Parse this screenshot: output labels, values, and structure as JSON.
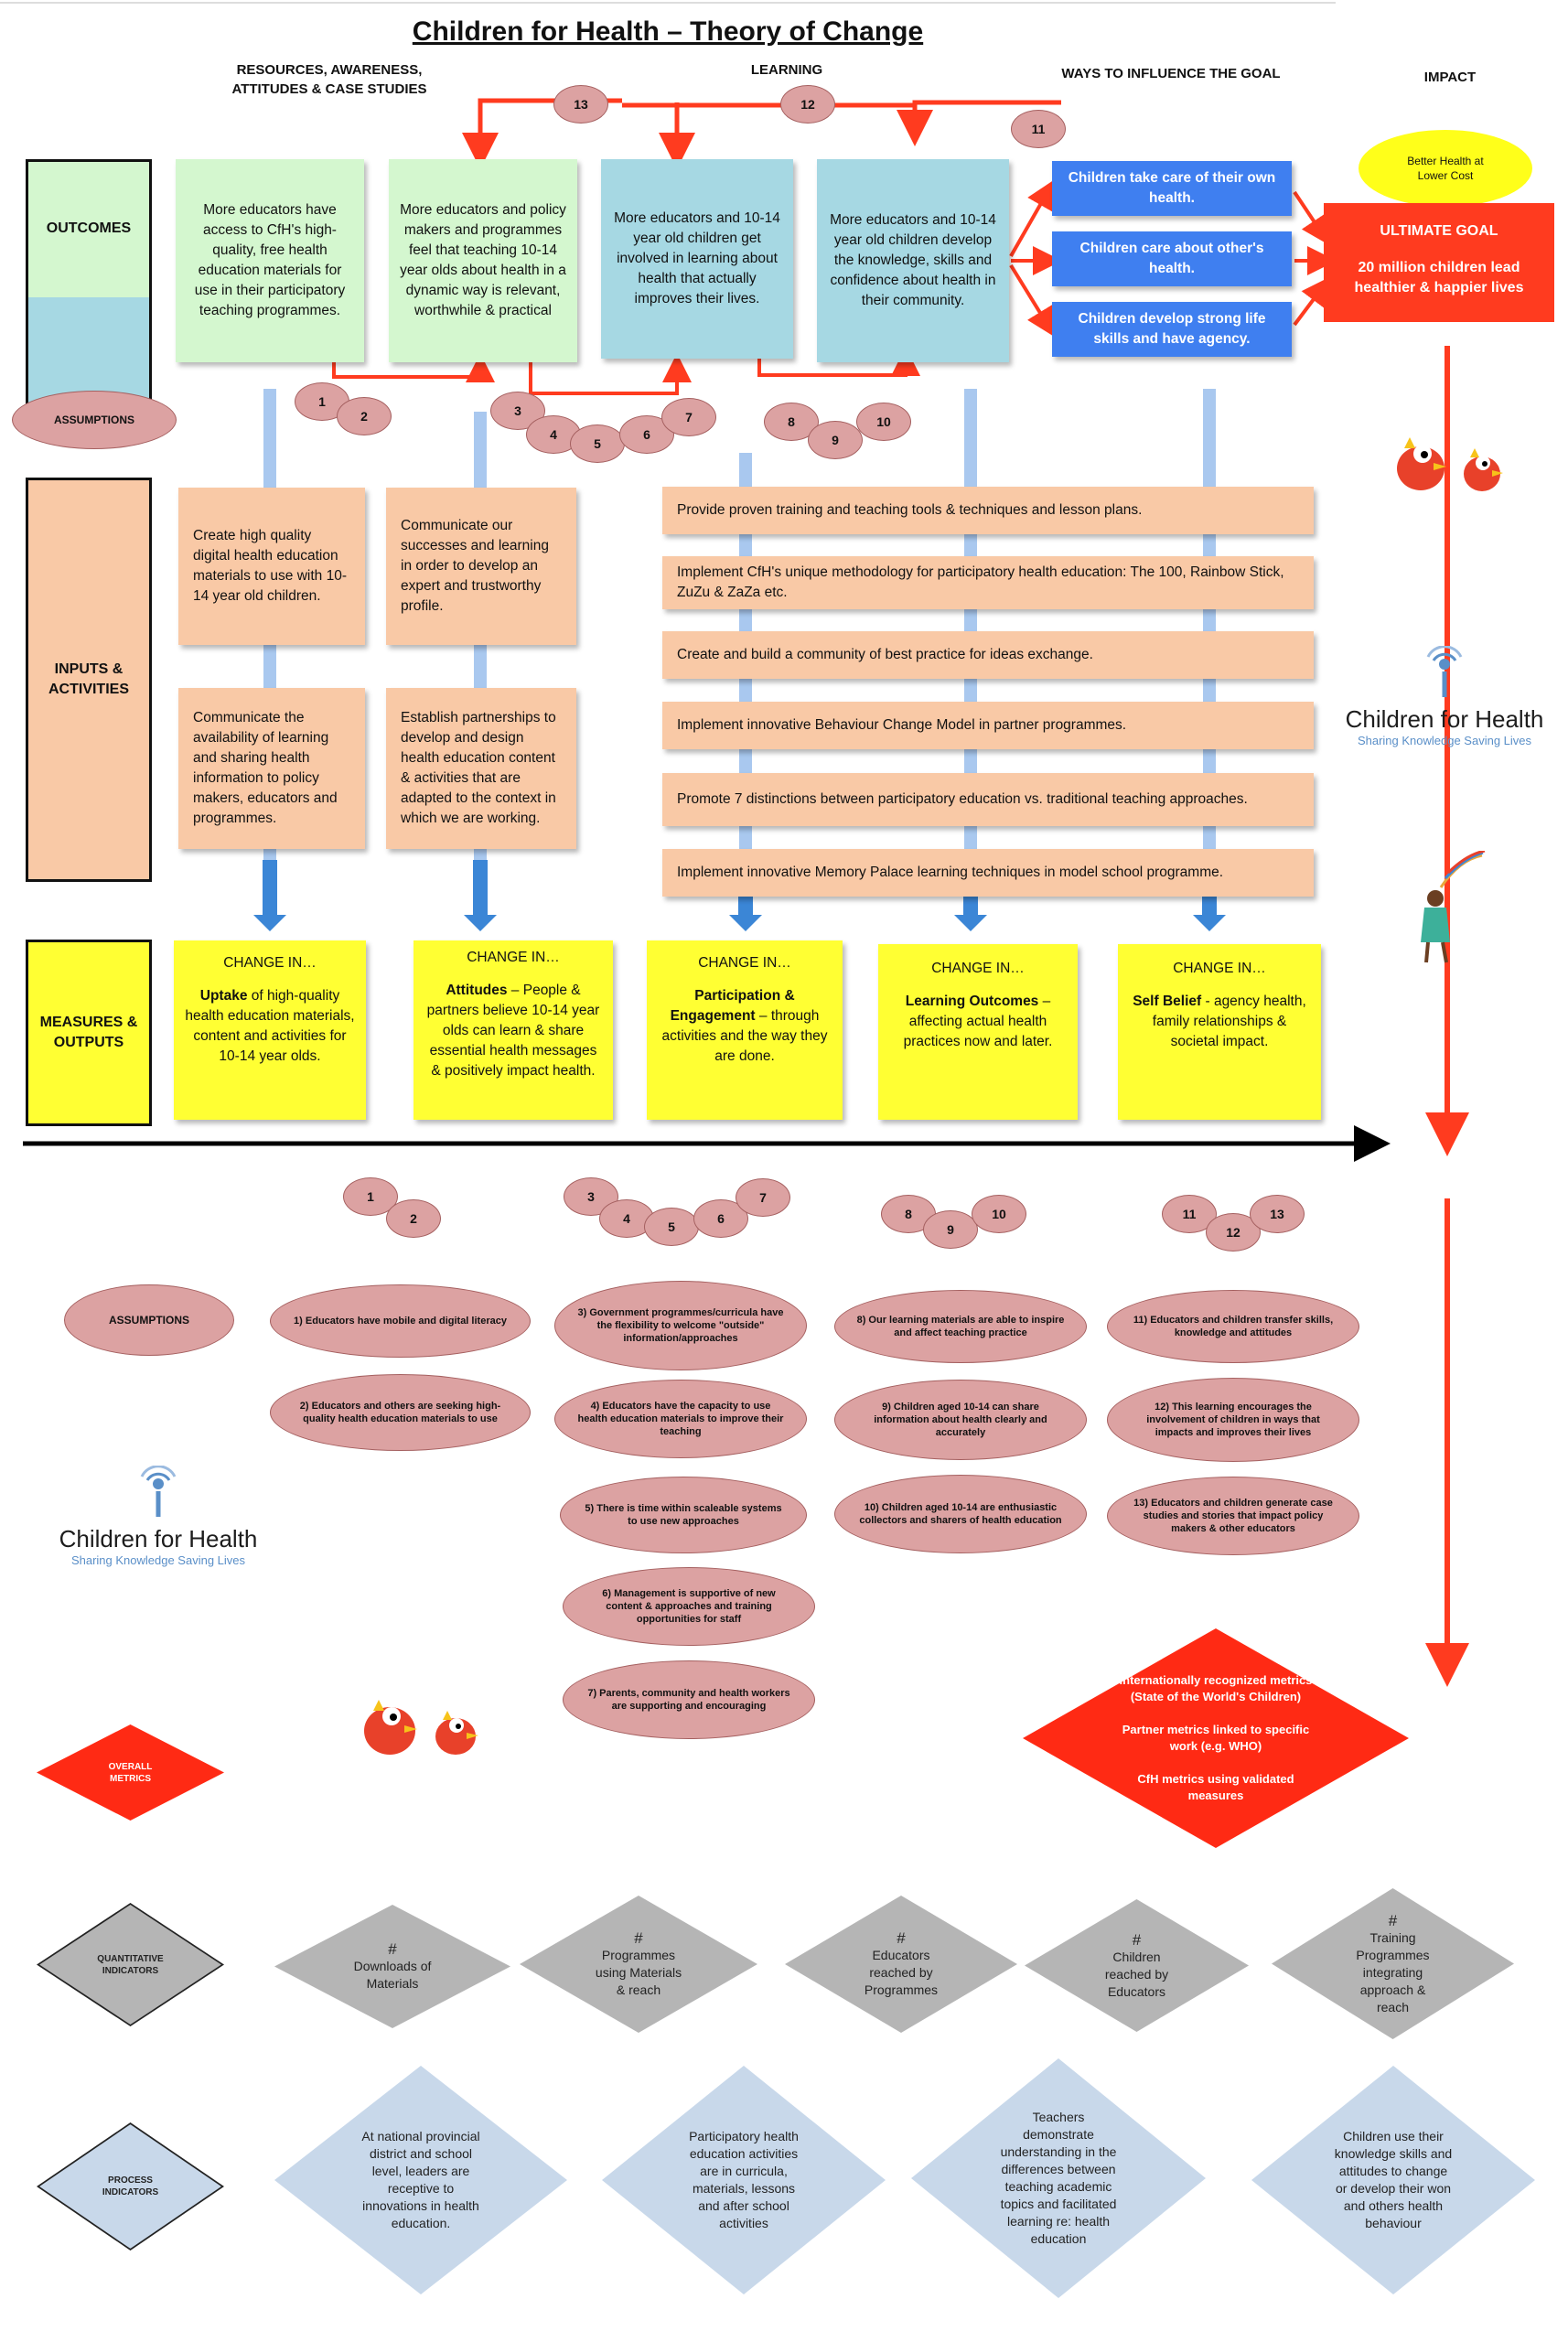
{
  "title": "Children for Health – Theory of Change",
  "columns": {
    "resources": "RESOURCES, AWARENESS, ATTITUDES & CASE STUDIES",
    "learning": "LEARNING",
    "ways": "WAYS TO INFLUENCE THE GOAL",
    "impact": "IMPACT"
  },
  "row_labels": {
    "outcomes": "OUTCOMES",
    "assumptions": "ASSUMPTIONS",
    "inputs": "INPUTS & ACTIVITIES",
    "measures": "MEASURES & OUTPUTS",
    "assumptions2": "ASSUMPTIONS",
    "overall": "OVERALL METRICS",
    "quantitative": "QUANTITATIVE INDICATORS",
    "process": "PROCESS INDICATORS"
  },
  "outcomes": [
    "More educators have access to CfH's high-quality, free health education materials for use in their participatory teaching programmes.",
    "More educators and policy makers and programmes feel that teaching 10-14 year olds about health in a dynamic way is relevant, worthwhile & practical",
    "More educators and 10-14 year old children get involved in learning about health that actually improves their lives.",
    "More educators and 10-14 year old children develop the knowledge, skills and confidence about health in their community."
  ],
  "ways": [
    "Children take care of their own health.",
    "Children care about other's health.",
    "Children develop strong life skills and have agency."
  ],
  "impact": {
    "oval": "Better Health at Lower Cost",
    "goal_title": "ULTIMATE GOAL",
    "goal_text": "20 million children lead healthier & happier lives"
  },
  "assumption_numbers": [
    "1",
    "2",
    "3",
    "4",
    "5",
    "6",
    "7",
    "8",
    "9",
    "10",
    "11",
    "12",
    "13"
  ],
  "activities_left": [
    "Create high quality digital health education materials to use with 10-14 year old children.",
    "Communicate our successes and learning in order to develop an expert and trustworthy profile.",
    "Communicate the availability of learning and sharing health information to policy makers, educators and programmes.",
    "Establish partnerships to develop and design health education content & activities that are adapted to the context in which we are working."
  ],
  "activities_wide": [
    "Provide proven training and teaching tools & techniques and lesson plans.",
    "Implement CfH's unique methodology for participatory health education: The 100, Rainbow Stick, ZuZu & ZaZa etc.",
    "Create and build a community of best practice for ideas exchange.",
    "Implement  innovative Behaviour Change Model in partner programmes.",
    "Promote 7 distinctions between participatory education vs. traditional  teaching approaches.",
    "Implement innovative Memory Palace learning techniques in model school programme."
  ],
  "measures": [
    {
      "change": "CHANGE IN…",
      "bold": "Uptake",
      "rest": " of high-quality health education materials, content and activities for 10-14 year olds."
    },
    {
      "change": "CHANGE IN…",
      "bold": "Attitudes",
      "rest": " – People & partners believe 10-14 year olds can learn & share essential health messages & positively impact health."
    },
    {
      "change": "CHANGE IN…",
      "bold": "Participation & Engagement",
      "rest": " – through activities and the way they are done."
    },
    {
      "change": "CHANGE IN…",
      "bold": "Learning Outcomes",
      "rest": " – affecting actual health practices now and later."
    },
    {
      "change": "CHANGE IN…",
      "bold": "Self Belief",
      "rest": " - agency health, family relationships & societal impact."
    }
  ],
  "assumptions": [
    "1) Educators have mobile and digital literacy",
    "2)  Educators and others are seeking high-quality health education materials to use",
    "3) Government programmes/curricula have the flexibility to welcome \"outside\" information/approaches",
    "4) Educators have the capacity to use health education materials to improve their teaching",
    "5)  There is time within scaleable systems to use new approaches",
    "6) Management is supportive of new content & approaches and training opportunities for staff",
    "7) Parents, community and health workers are supporting and encouraging",
    "8) Our learning materials are able to inspire and affect teaching practice",
    "9) Children aged 10-14 can share information about health clearly and accurately",
    "10)  Children aged 10-14 are enthusiastic collectors and sharers of health education",
    "11) Educators and children transfer skills, knowledge and attitudes",
    "12) This learning encourages the involvement of children in ways that impacts and improves their lives",
    "13) Educators and children generate case studies and stories that impact policy makers  & other educators"
  ],
  "overall_metrics": [
    "Internationally recognized metrics (State of the World's Children)",
    "Partner metrics linked to specific work (e.g. WHO)",
    "CfH metrics using validated measures"
  ],
  "quantitative": [
    {
      "hash": "#",
      "text": "Downloads of Materials"
    },
    {
      "hash": "#",
      "text": "Programmes using Materials & reach"
    },
    {
      "hash": "#",
      "text": "Educators reached by Programmes"
    },
    {
      "hash": "#",
      "text": "Children reached by Educators"
    },
    {
      "hash": "#",
      "text": "Training Programmes integrating approach & reach"
    }
  ],
  "process": [
    "At national provincial district and school level, leaders are receptive to innovations in health education.",
    "Participatory health education activities are in curricula, materials, lessons and after school activities",
    "Teachers demonstrate understanding in the differences between teaching academic topics and facilitated learning re: health education",
    "Children use their knowledge skills and attitudes to change or develop their won and others health behaviour"
  ],
  "logo": {
    "part1": "Children",
    "part2": "for",
    "part3": "Health",
    "tagline": "Sharing Knowledge Saving Lives"
  },
  "colors": {
    "green": "#d4f7cf",
    "teal": "#a6d8e3",
    "blue": "#3f7ff0",
    "peach": "#f9c9a6",
    "yellow": "#ffff33",
    "red": "#ff3b1f",
    "pink": "#dca2a2",
    "grey": "#b5b5b5",
    "lightblue": "#c8d8ea"
  }
}
